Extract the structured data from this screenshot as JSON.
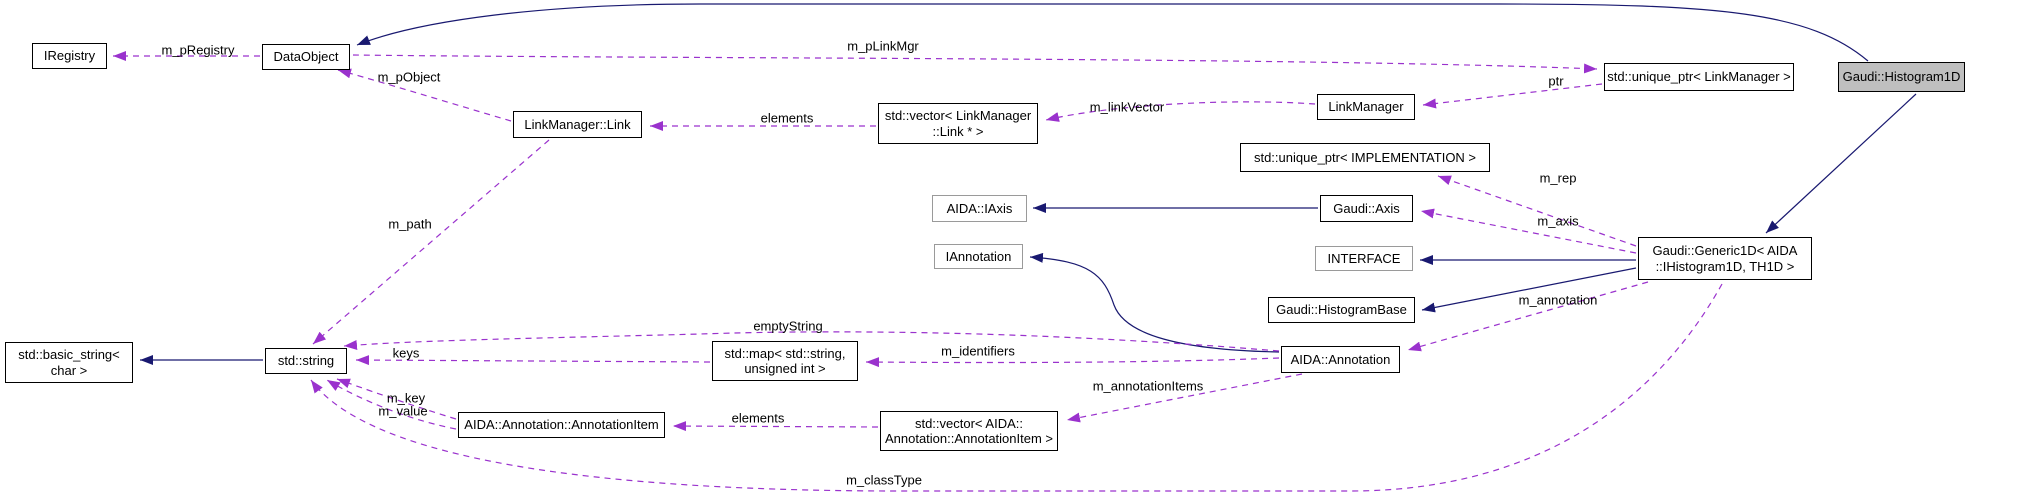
{
  "diagram": {
    "type": "class collaboration graph",
    "subject": "Gaudi::Histogram1D"
  },
  "colors": {
    "inheritance_edge": "#191970",
    "usage_edge": "#9a32cd",
    "node_border": "#000000",
    "undocumented_node_border": "#9a9a9a",
    "subject_node_fill": "#bfbfbf",
    "node_fill": "#ffffff"
  },
  "nodes": [
    {
      "id": "iregistry",
      "label": "IRegistry"
    },
    {
      "id": "dataobject",
      "label": "DataObject"
    },
    {
      "id": "linkmanager-link",
      "label": "LinkManager::Link"
    },
    {
      "id": "vector-linkmanager-link",
      "label": "std::vector< LinkManager\n::Link * >"
    },
    {
      "id": "linkmanager",
      "label": "LinkManager"
    },
    {
      "id": "unique-ptr-linkmanager",
      "label": "std::unique_ptr< LinkManager >"
    },
    {
      "id": "gaudi-histogram1d",
      "label": "Gaudi::Histogram1D"
    },
    {
      "id": "unique-ptr-implementation",
      "label": "std::unique_ptr< IMPLEMENTATION >"
    },
    {
      "id": "aida-iaxis",
      "label": "AIDA::IAxis"
    },
    {
      "id": "gaudi-axis",
      "label": "Gaudi::Axis"
    },
    {
      "id": "iannotation",
      "label": "IAnnotation"
    },
    {
      "id": "interface",
      "label": "INTERFACE"
    },
    {
      "id": "gaudi-histogrambase",
      "label": "Gaudi::HistogramBase"
    },
    {
      "id": "gaudi-generic1d",
      "label": "Gaudi::Generic1D< AIDA\n::IHistogram1D, TH1D >"
    },
    {
      "id": "basic-string",
      "label": "std::basic_string<\nchar >"
    },
    {
      "id": "std-string",
      "label": "std::string"
    },
    {
      "id": "std-map",
      "label": "std::map< std::string,\nunsigned int >"
    },
    {
      "id": "aida-annotation",
      "label": "AIDA::Annotation"
    },
    {
      "id": "annotation-item",
      "label": "AIDA::Annotation::AnnotationItem"
    },
    {
      "id": "vector-annotation-item",
      "label": "std::vector< AIDA::\nAnnotation::AnnotationItem >"
    }
  ],
  "edge_labels": [
    {
      "id": "m-pregistry",
      "text": "m_pRegistry"
    },
    {
      "id": "m-plinkmgr",
      "text": "m_pLinkMgr"
    },
    {
      "id": "m-pobject",
      "text": "m_pObject"
    },
    {
      "id": "elements-link",
      "text": "elements"
    },
    {
      "id": "m-linkvector",
      "text": "m_linkVector"
    },
    {
      "id": "ptr",
      "text": "ptr"
    },
    {
      "id": "m-path",
      "text": "m_path"
    },
    {
      "id": "m-rep",
      "text": "m_rep"
    },
    {
      "id": "m-axis",
      "text": "m_axis"
    },
    {
      "id": "m-annotation",
      "text": "m_annotation"
    },
    {
      "id": "emptystring",
      "text": "emptyString"
    },
    {
      "id": "m-identifiers",
      "text": "m_identifiers"
    },
    {
      "id": "keys",
      "text": "keys"
    },
    {
      "id": "m-key",
      "text": "m_key"
    },
    {
      "id": "m-value",
      "text": "m_value"
    },
    {
      "id": "elements-item",
      "text": "elements"
    },
    {
      "id": "m-annotationitems",
      "text": "m_annotationItems"
    },
    {
      "id": "m-classtype",
      "text": "m_classType"
    }
  ]
}
